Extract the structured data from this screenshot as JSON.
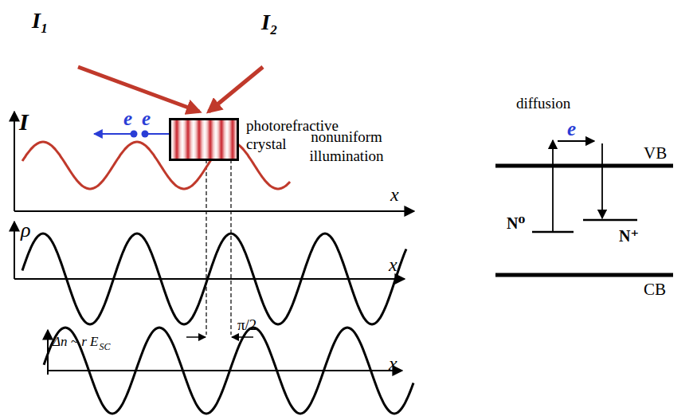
{
  "diagram": {
    "nodes": [
      {
        "text": [
          "photorefractive crystal"
        ]
      }
    ],
    "labels": [
      "I₁",
      "I₂",
      "I",
      "e",
      "e",
      "nonuniform illumination",
      "x",
      "ρ",
      "x",
      "Δn ~ r E",
      "SC",
      "x",
      "π/2",
      "diffusion",
      "e",
      "VB",
      "N⁰",
      "N⁺",
      "CB"
    ]
  }
}
